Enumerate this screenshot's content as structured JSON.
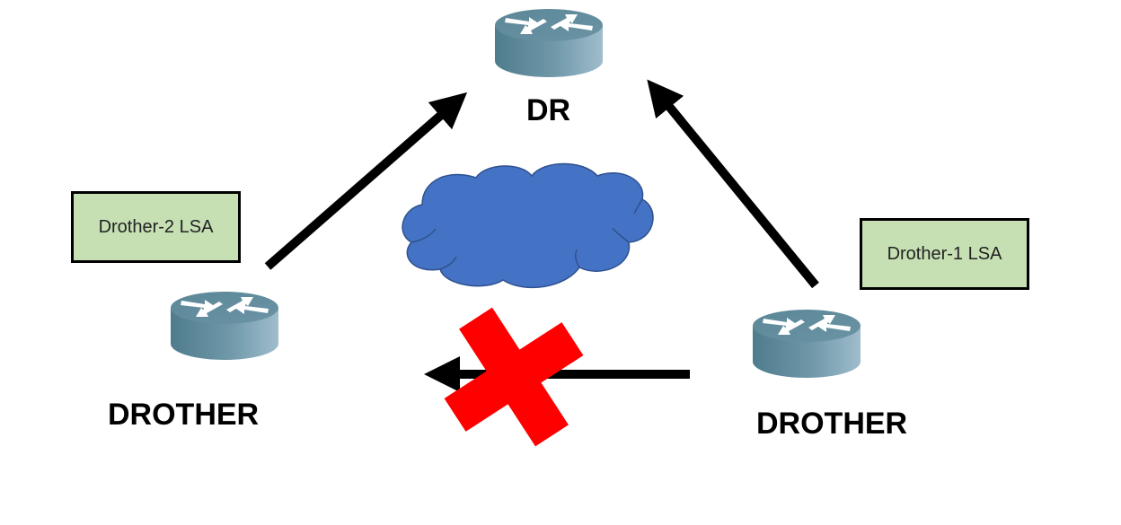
{
  "nodes": {
    "dr": {
      "label": "DR"
    },
    "drother_left": {
      "label": "DROTHER"
    },
    "drother_right": {
      "label": "DROTHER"
    }
  },
  "lsa_boxes": {
    "left": {
      "label": "Drother-2 LSA"
    },
    "right": {
      "label": "Drother-1 LSA"
    }
  },
  "colors": {
    "router_top": "#5e8a99",
    "router_side": "#6d95a6",
    "cloud": "#4472c4",
    "lsa_fill": "#c6e0b4",
    "arrow": "#000000",
    "blocked_x": "#ff0000"
  },
  "icons": [
    "router-icon",
    "cloud-icon",
    "blocked-x-icon"
  ]
}
